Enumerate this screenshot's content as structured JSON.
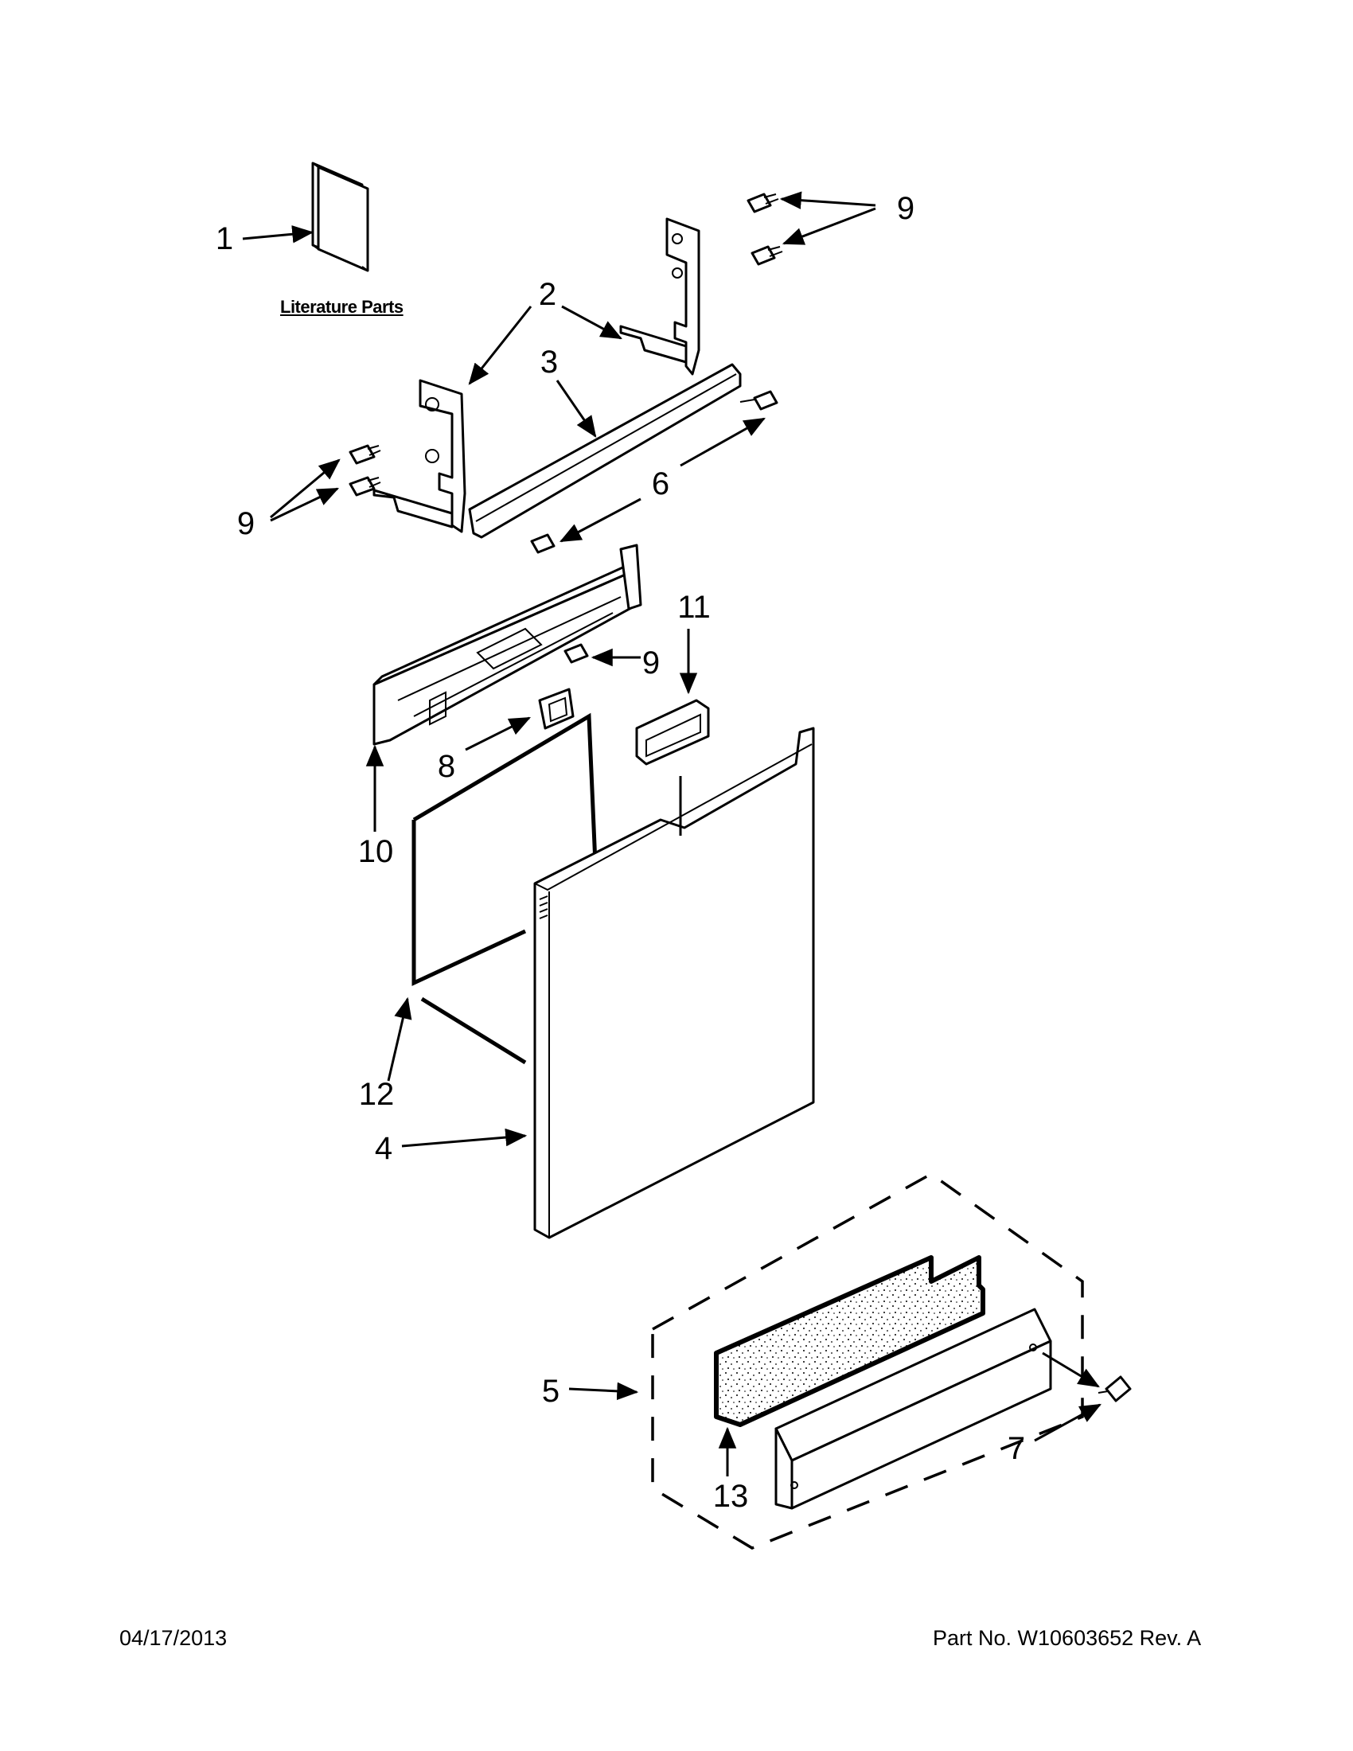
{
  "literature_label": "Literature Parts",
  "callouts": {
    "c1": "1",
    "c2": "2",
    "c3": "3",
    "c4": "4",
    "c5": "5",
    "c6": "6",
    "c7": "7",
    "c8": "8",
    "c9a": "9",
    "c9b": "9",
    "c9c": "9",
    "c10": "10",
    "c11": "11",
    "c12": "12",
    "c13": "13"
  },
  "footer": {
    "date": "04/17/2013",
    "part_no": "Part No.  W10603652  Rev.  A"
  }
}
